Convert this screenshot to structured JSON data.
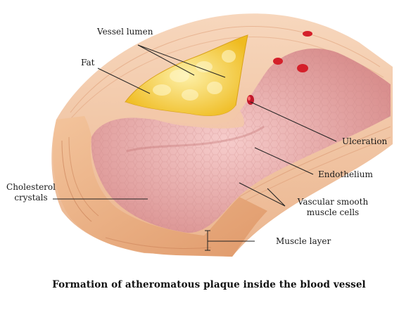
{
  "labels": {
    "vessel_lumen": "Vessel lumen",
    "fat": "Fat",
    "ulceration": "Ulceration",
    "endothelium": "Endothelium",
    "cholesterol_line1": "Cholesterol",
    "cholesterol_line2": "crystals",
    "vascular_line1": "Vascular smooth",
    "vascular_line2": "muscle cells",
    "muscle_layer": "Muscle layer"
  },
  "caption": "Formation of atheromatous plaque inside the blood vessel",
  "colors": {
    "outer_wall": "#f2c6a3",
    "wall_stripe": "#e8a57a",
    "lumen": "#f0b4b4",
    "lumen_dark": "#d98c8c",
    "plaque": "#f5c93a",
    "plaque_light": "#fbe27a",
    "blood_cell": "#d4202a",
    "leader": "#222222"
  }
}
